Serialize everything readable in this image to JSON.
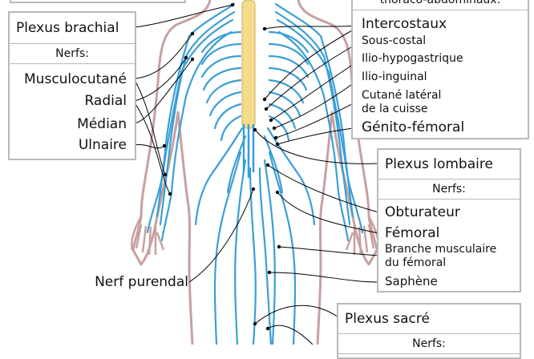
{
  "colors": {
    "nerve": "#3a9fd6",
    "skin": "#c8a0a0",
    "spinal_cord": "#f4dc8a",
    "box_border": "#b9b9b9",
    "leader": "#000000"
  },
  "top_left_partial": "",
  "top_right_partial": "thoraco-abdominaux:",
  "brachial": {
    "title": "Plexus brachial",
    "nerfs_label": "Nerfs:",
    "items": [
      "Musculocutané",
      "Radial",
      "Médian",
      "Ulnaire"
    ]
  },
  "thoracic": {
    "items": [
      "Intercostaux",
      "Sous-costal",
      "Ilio-hypogastrique",
      "Ilio-inguinal",
      "Cutané latéral",
      "de la cuisse",
      "Génito-fémoral"
    ]
  },
  "lumbar": {
    "title": "Plexus lombaire",
    "nerfs_label": "Nerfs:",
    "items": [
      "Obturateur",
      "Fémoral",
      "Branche musculaire",
      "du fémoral",
      "Saphène"
    ]
  },
  "pudendal": {
    "label": "Nerf purendal"
  },
  "sacral": {
    "title": "Plexus sacré",
    "nerfs_label": "Nerfs:"
  }
}
